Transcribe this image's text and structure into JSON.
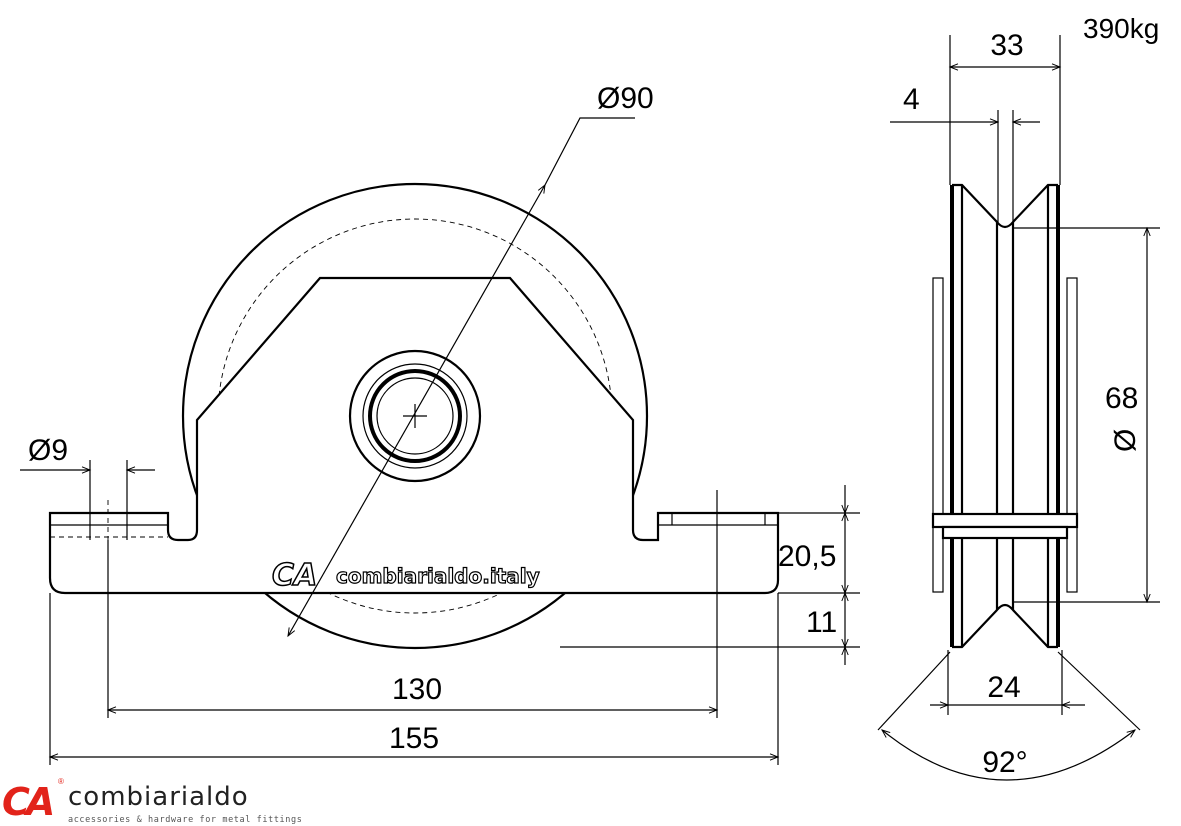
{
  "capacity": "390kg",
  "dimensions": {
    "wheel_diameter": "Ø90",
    "hole_diameter": "Ø9",
    "hole_spacing": "130",
    "overall_length": "155",
    "axle_height": "20,5",
    "wheel_below_plate": "11",
    "overall_width": "33",
    "groove_width": "4",
    "groove_diameter_value": "68",
    "groove_diameter_symbol": "Ø",
    "wheel_width": "24",
    "groove_angle": "92°"
  },
  "bracket_logo": {
    "mark": "CA",
    "text": "combiarialdo.italy"
  },
  "brand": {
    "mark": "CA",
    "name": "combiarialdo",
    "tagline": "accessories & hardware for metal fittings",
    "registered": "®",
    "accent_color": "#e2231a"
  }
}
